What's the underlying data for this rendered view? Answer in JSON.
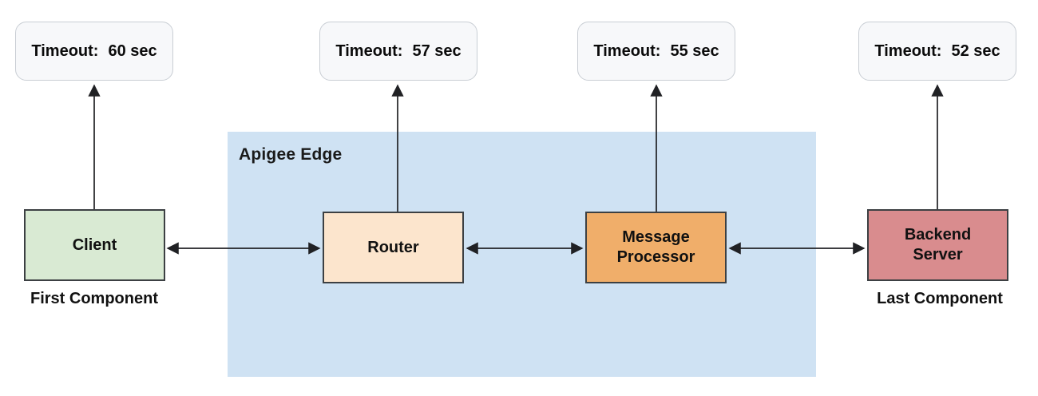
{
  "region": {
    "label": "Apigee Edge",
    "bg": "#cfe2f3"
  },
  "components": [
    {
      "name": "Client",
      "caption": "First Component",
      "bg": "#d9ead3",
      "timeout": {
        "label": "Timeout:",
        "value": "60 sec"
      }
    },
    {
      "name": "Router",
      "bg": "#fce5cd",
      "timeout": {
        "label": "Timeout:",
        "value": "57 sec"
      }
    },
    {
      "name": "Message Processor",
      "bg": "#f0ae6a",
      "timeout": {
        "label": "Timeout:",
        "value": "55 sec"
      }
    },
    {
      "name": "Backend Server",
      "caption": "Last Component",
      "bg": "#d98c8e",
      "timeout": {
        "label": "Timeout:",
        "value": "52 sec"
      }
    }
  ],
  "arrow_color": "#202124"
}
